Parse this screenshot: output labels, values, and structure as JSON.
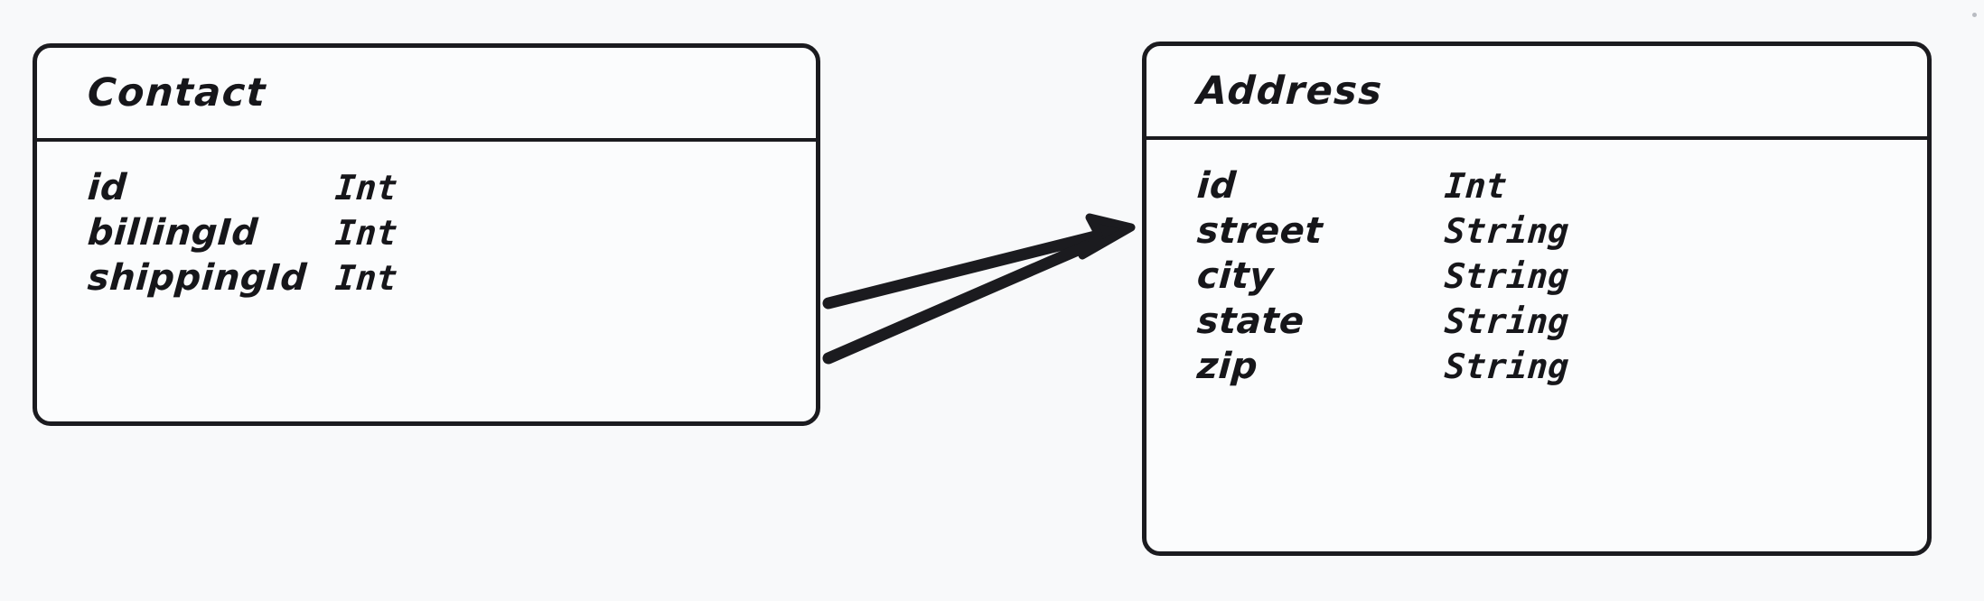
{
  "diagram": {
    "type": "entity-relationship-diagram",
    "style": "hand-drawn",
    "background_color": "#f8f9fa",
    "stroke_color": "#1b1b1f"
  },
  "entities": [
    {
      "id": "contact",
      "title": "Contact",
      "fields": [
        {
          "name": "id",
          "type": "Int"
        },
        {
          "name": "billingId",
          "type": "Int"
        },
        {
          "name": "shippingId",
          "type": "Int"
        }
      ]
    },
    {
      "id": "address",
      "title": "Address",
      "fields": [
        {
          "name": "id",
          "type": "Int"
        },
        {
          "name": "street",
          "type": "String"
        },
        {
          "name": "city",
          "type": "String"
        },
        {
          "name": "state",
          "type": "String"
        },
        {
          "name": "zip",
          "type": "String"
        }
      ]
    }
  ],
  "relationships": [
    {
      "from": "contact.billingId",
      "to": "address.id",
      "arrow": "single"
    },
    {
      "from": "contact.shippingId",
      "to": "address.id",
      "arrow": "single"
    }
  ]
}
